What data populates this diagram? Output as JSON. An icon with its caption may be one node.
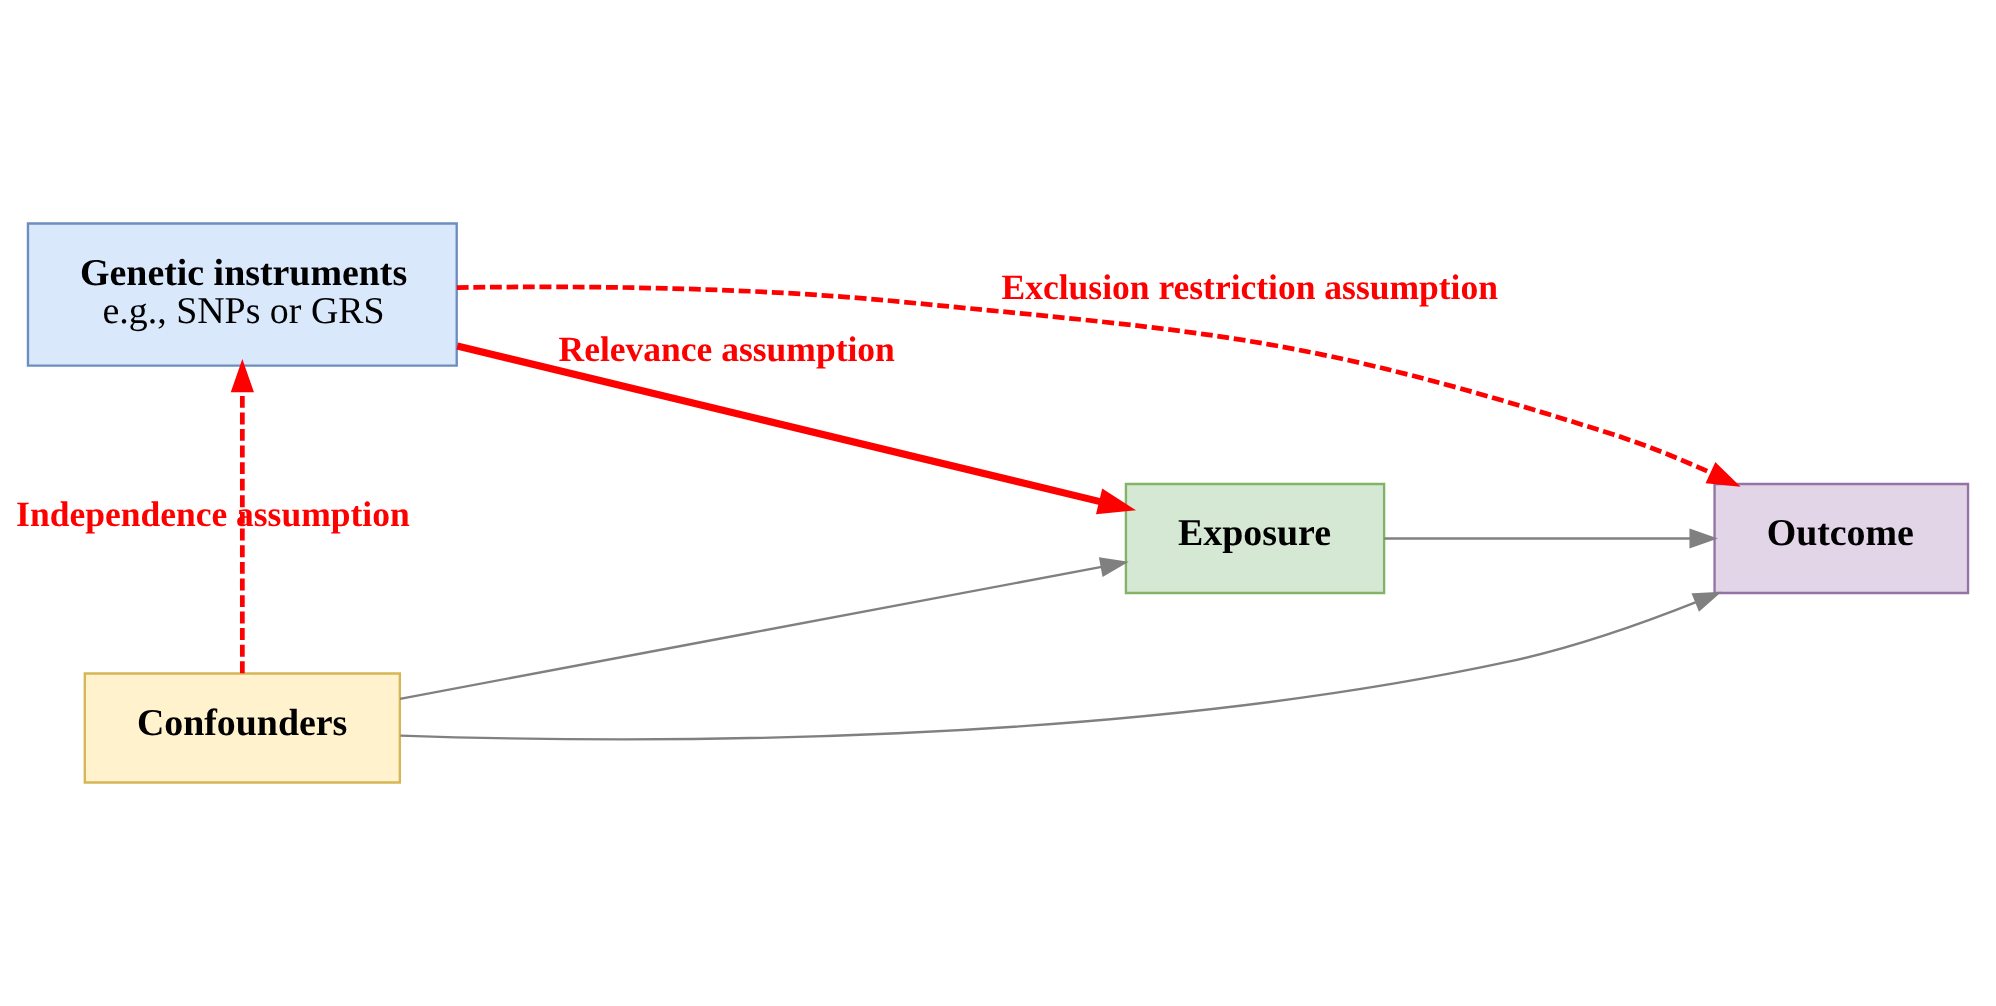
{
  "diagram": {
    "nodes": [
      {
        "text": [
          "Genetic instruments",
          "e.g., SNPs or GRS"
        ]
      },
      {
        "text": [
          "Exposure"
        ]
      },
      {
        "text": [
          "Outcome"
        ]
      },
      {
        "text": [
          "Confounders"
        ]
      }
    ],
    "edges": [
      {
        "from": 3,
        "to": 0,
        "arrow": "to",
        "style": "dashed",
        "color": "#ff0000",
        "label": "Independence assumption"
      },
      {
        "from": 0,
        "to": 1,
        "arrow": "to",
        "style": "thick",
        "color": "#ff0000",
        "label": "Relevance assumption"
      },
      {
        "from": 0,
        "to": 2,
        "arrow": "to",
        "style": "dashed",
        "color": "#ff0000",
        "label": "Exclusion restriction assumption"
      },
      {
        "from": 1,
        "to": 2,
        "arrow": "to",
        "color": "#808080"
      },
      {
        "from": 3,
        "to": 1,
        "arrow": "to",
        "color": "#808080"
      },
      {
        "from": 3,
        "to": 2,
        "arrow": "to",
        "color": "#808080"
      }
    ]
  }
}
